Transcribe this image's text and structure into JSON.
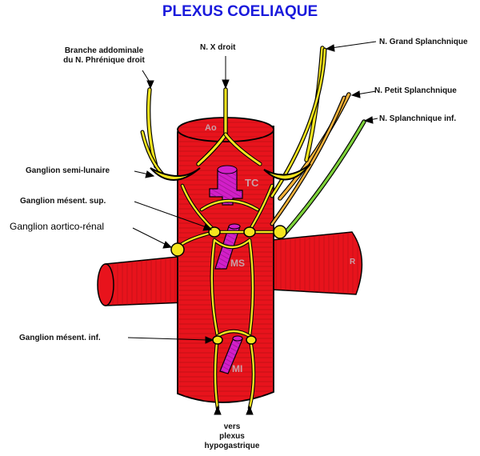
{
  "title": "PLEXUS COELIAQUE",
  "labels": {
    "phrenique_1": "Branche addominale",
    "phrenique_2": "du N. Phrénique droit",
    "nx_droit": "N. X droit",
    "grand_splanchnique": "N. Grand Splanchnique",
    "petit_splanchnique": "N. Petit Splanchnique",
    "splanchnique_inf": "N. Splanchnique inf.",
    "ganglion_semi_lunaire": "Ganglion semi-lunaire",
    "ganglion_mesent_sup": "Ganglion mésent. sup.",
    "ganglion_aortico_renal": "Ganglion aortico-rénal",
    "ganglion_mesent_inf": "Ganglion mésent. inf.",
    "vers_1": "vers",
    "vers_2": "plexus",
    "vers_3": "hypogastrique"
  },
  "vessel_labels": {
    "ao": "Ao",
    "tc": "TC",
    "ms": "MS",
    "mi": "MI",
    "r": "R"
  },
  "colors": {
    "title": "#1a1adc",
    "aorta": "#e8131c",
    "aorta_stripe": "#9c0c10",
    "nerve": "#f5e51e",
    "nerve_orange": "#f3b23a",
    "nerve_green": "#7ed33a",
    "artery_branch": "#d21fc8",
    "outline": "#000000"
  }
}
